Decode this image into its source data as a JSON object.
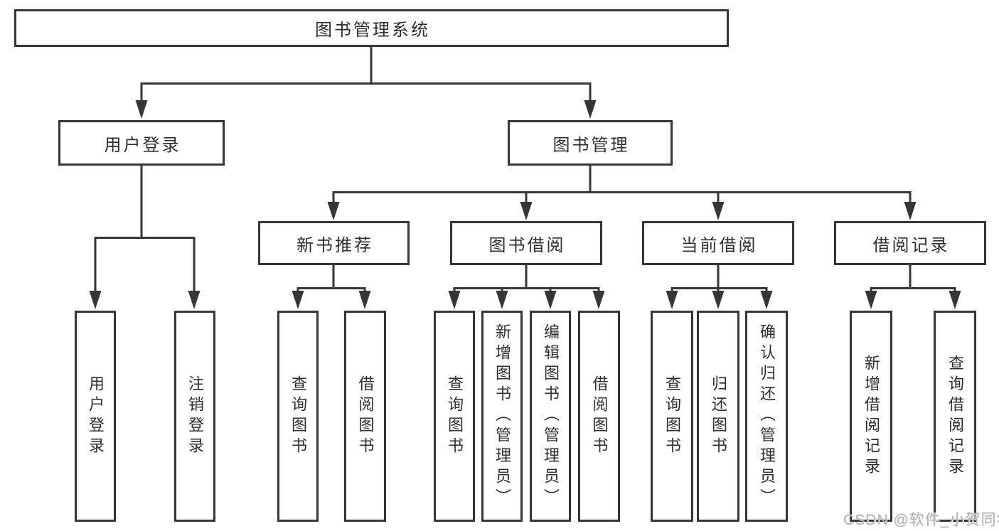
{
  "diagram": {
    "title": "图书管理系统",
    "nodes": {
      "root": "图书管理系统",
      "user_login": "用户登录",
      "book_mgmt": "图书管理",
      "new_books": "新书推荐",
      "book_borrow": "图书借阅",
      "current_borrow": "当前借阅",
      "borrow_records": "借阅记录",
      "leaves": {
        "user_login": [
          "用户登录",
          "注销登录"
        ],
        "new_books": [
          "查询图书",
          "借阅图书"
        ],
        "book_borrow": [
          "查询图书",
          "新增图书（管理员）",
          "编辑图书（管理员）",
          "借阅图书"
        ],
        "current_borrow": [
          "查询图书",
          "归还图书",
          "确认归还（管理员）"
        ],
        "borrow_records": [
          "新增借阅记录",
          "查询借阅记录"
        ]
      }
    },
    "colors": {
      "line": "#363636",
      "text": "#2e2e2e",
      "background": "#ffffff",
      "watermark": "#b2b2b2"
    }
  },
  "watermark": "CSDN @软件_小贺同学"
}
